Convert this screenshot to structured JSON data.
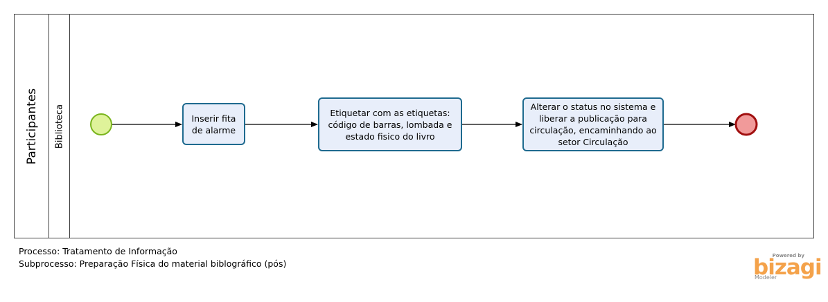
{
  "pool": {
    "label": "Participantes"
  },
  "lane": {
    "label": "Biblioteca"
  },
  "tasks": [
    {
      "label": "Inserir fita de alarme"
    },
    {
      "label": "Etiquetar com as etiquetas: código de barras, lombada e estado fisico do livro"
    },
    {
      "label": "Alterar o status no sistema e liberar a publicação para circulação, encaminhando ao setor Circulação"
    }
  ],
  "footer": {
    "process": "Processo: Tratamento de Informação",
    "subprocess": "Subprocesso: Preparação Física do material biblográfico (pós)"
  },
  "branding": {
    "powered_by": "Powered by",
    "name": "bizagi",
    "product": "Modeler"
  },
  "colors": {
    "start_event_fill": "#dff39a",
    "start_event_stroke": "#7ab51d",
    "end_event_fill": "#f19a9a",
    "end_event_stroke": "#a10f0f",
    "task_fill": "#e8eefa",
    "task_stroke": "#1e6a8f",
    "brand": "#f4a24a"
  }
}
